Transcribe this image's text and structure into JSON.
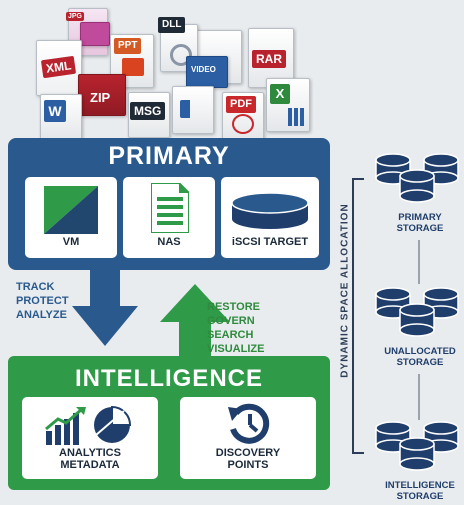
{
  "file_icons": [
    {
      "name": "xml",
      "label": "XML",
      "color": "#b8232e"
    },
    {
      "name": "jpg",
      "label": "JPG",
      "color": "#b8232e"
    },
    {
      "name": "ppt",
      "label": "PPT",
      "color": "#d35a24"
    },
    {
      "name": "dll",
      "label": "DLL",
      "color": "#1f2a37"
    },
    {
      "name": "rar",
      "label": "RAR",
      "color": "#b8232e"
    },
    {
      "name": "zip",
      "label": "ZIP",
      "color": "#b8232e"
    },
    {
      "name": "msg",
      "label": "MSG",
      "color": "#1f2a37"
    },
    {
      "name": "video",
      "label": "VIDEO",
      "color": "#2b5ea3"
    },
    {
      "name": "pdf",
      "label": "PDF",
      "color": "#c8272b"
    }
  ],
  "primary": {
    "title": "PRIMARY",
    "cards": [
      {
        "label": "VM"
      },
      {
        "label": "NAS"
      },
      {
        "label": "iSCSI TARGET"
      }
    ]
  },
  "flow": {
    "down_lines": [
      "TRACK",
      "PROTECT",
      "ANALYZE"
    ],
    "up_lines": [
      "RESTORE",
      "GOVERN",
      "SEARCH",
      "VISUALIZE"
    ]
  },
  "intelligence": {
    "title": "INTELLIGENCE",
    "cards": [
      {
        "line1": "ANALYTICS",
        "line2": "METADATA"
      },
      {
        "line1": "DISCOVERY",
        "line2": "POINTS"
      }
    ]
  },
  "storage": {
    "axis_label": "DYNAMIC SPACE ALLOCATION",
    "tiers": [
      {
        "line1": "PRIMARY",
        "line2": "STORAGE"
      },
      {
        "line1": "UNALLOCATED",
        "line2": "STORAGE"
      },
      {
        "line1": "INTELLIGENCE",
        "line2": "STORAGE"
      }
    ]
  },
  "colors": {
    "primary_blue": "#2a5a8d",
    "intel_green": "#2f9a48",
    "storage_navy": "#1f3e6b"
  }
}
